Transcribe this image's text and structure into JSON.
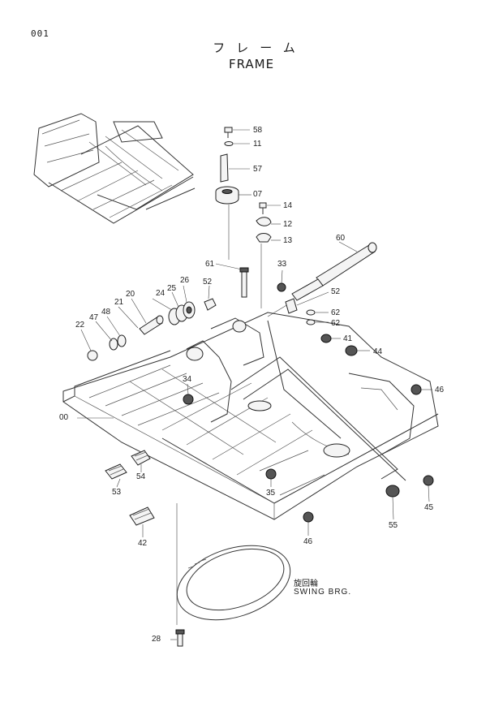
{
  "page_number": "001",
  "title_jp": "フレーム",
  "title_en": "FRAME",
  "swing_bearing_label_jp": "旋回輪",
  "swing_bearing_label_en": "SWING BRG.",
  "callouts": {
    "c58": "58",
    "c11": "11",
    "c57": "57",
    "c07": "07",
    "c14": "14",
    "c12": "12",
    "c13": "13",
    "c60": "60",
    "c61": "61",
    "c33": "33",
    "c52a": "52",
    "c52b": "52",
    "c26": "26",
    "c25": "25",
    "c24": "24",
    "c20": "20",
    "c21": "21",
    "c48": "48",
    "c47": "47",
    "c22": "22",
    "c62a": "62",
    "c62b": "62",
    "c41": "41",
    "c44": "44",
    "c34": "34",
    "c46a": "46",
    "c00": "00",
    "c53": "53",
    "c54": "54",
    "c35": "35",
    "c45": "45",
    "c55": "55",
    "c42": "42",
    "c46b": "46",
    "c28": "28"
  }
}
